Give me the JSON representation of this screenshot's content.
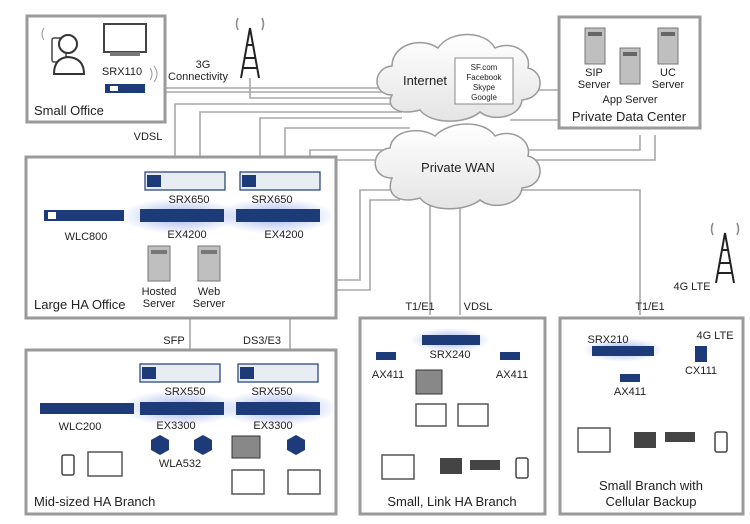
{
  "sites": {
    "small_office": "Small Office",
    "large_office": "Large HA Office",
    "midsized_branch": "Mid-sized HA Branch",
    "small_link_branch": "Small, Link HA Branch",
    "small_cellular_line1": "Small Branch with",
    "small_cellular_line2": "Cellular Backup",
    "data_center": "Private Data Center"
  },
  "clouds": {
    "internet": "Internet",
    "private_wan": "Private WAN",
    "services": [
      "SF.com",
      "Facebook",
      "Skype",
      "Google"
    ]
  },
  "links": {
    "three_g_line1": "3G",
    "three_g_line2": "Connectivity",
    "vdsl_office": "VDSL",
    "sfp": "SFP",
    "ds3": "DS3/E3",
    "t1_link": "T1/E1",
    "vdsl_link": "VDSL",
    "t1_cell": "T1/E1",
    "lte_tower": "4G LTE"
  },
  "devices": {
    "srx110": "SRX110",
    "srx650_a": "SRX650",
    "srx650_b": "SRX650",
    "ex4200_a": "EX4200",
    "ex4200_b": "EX4200",
    "wlc800": "WLC800",
    "hosted_1": "Hosted",
    "hosted_2": "Server",
    "web_1": "Web",
    "web_2": "Server",
    "srx550_a": "SRX550",
    "srx550_b": "SRX550",
    "ex3300_a": "EX3300",
    "ex3300_b": "EX3300",
    "wlc200": "WLC200",
    "wla532": "WLA532",
    "srx240": "SRX240",
    "ax411_a": "AX411",
    "ax411_b": "AX411",
    "srx210": "SRX210",
    "lte_modem": "4G LTE",
    "cx111": "CX111",
    "ax411_c": "AX411",
    "sip_1": "SIP",
    "sip_2": "Server",
    "uc_1": "UC",
    "uc_2": "Server",
    "app": "App Server"
  },
  "colors": {
    "device": "#1d3b78",
    "glow": "#8ea6e8",
    "border": "#9a9a9a",
    "wire": "#a8a8a8"
  }
}
